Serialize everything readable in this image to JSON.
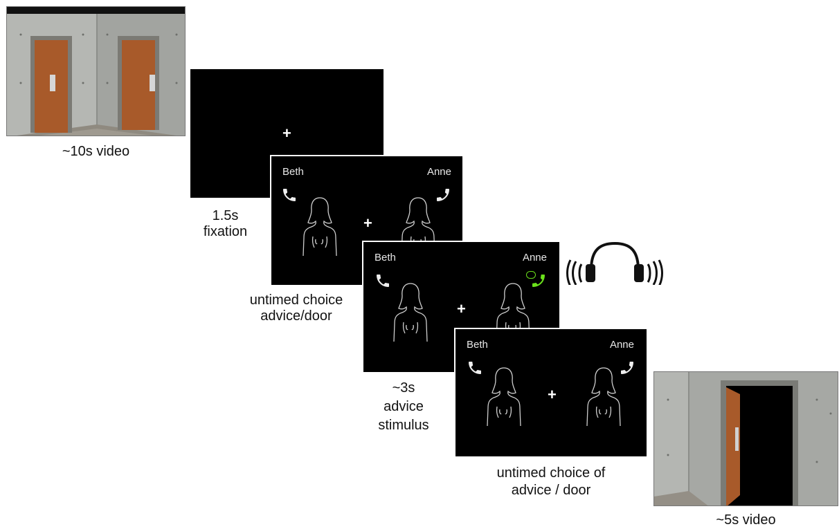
{
  "video_start": {
    "caption": "~10s video"
  },
  "fixation": {
    "symbol": "+",
    "caption_line1": "1.5s",
    "caption_line2": "fixation"
  },
  "choice1": {
    "left_name": "Beth",
    "right_name": "Anne",
    "symbol": "+",
    "caption_line1": "untimed choice",
    "caption_line2": "advice/door"
  },
  "advice": {
    "left_name": "Beth",
    "right_name": "Anne",
    "symbol": "+",
    "caption_line1": "~3s",
    "caption_line2": "advice",
    "caption_line3": "stimulus",
    "active_phone_color": "#6be11b"
  },
  "choice2": {
    "left_name": "Beth",
    "right_name": "Anne",
    "symbol": "+",
    "caption_line1": "untimed choice of",
    "caption_line2": "advice / door"
  },
  "video_end": {
    "caption": "~5s video"
  },
  "icons": {
    "headphones": "headphones-icon",
    "phone": "phone-icon"
  }
}
